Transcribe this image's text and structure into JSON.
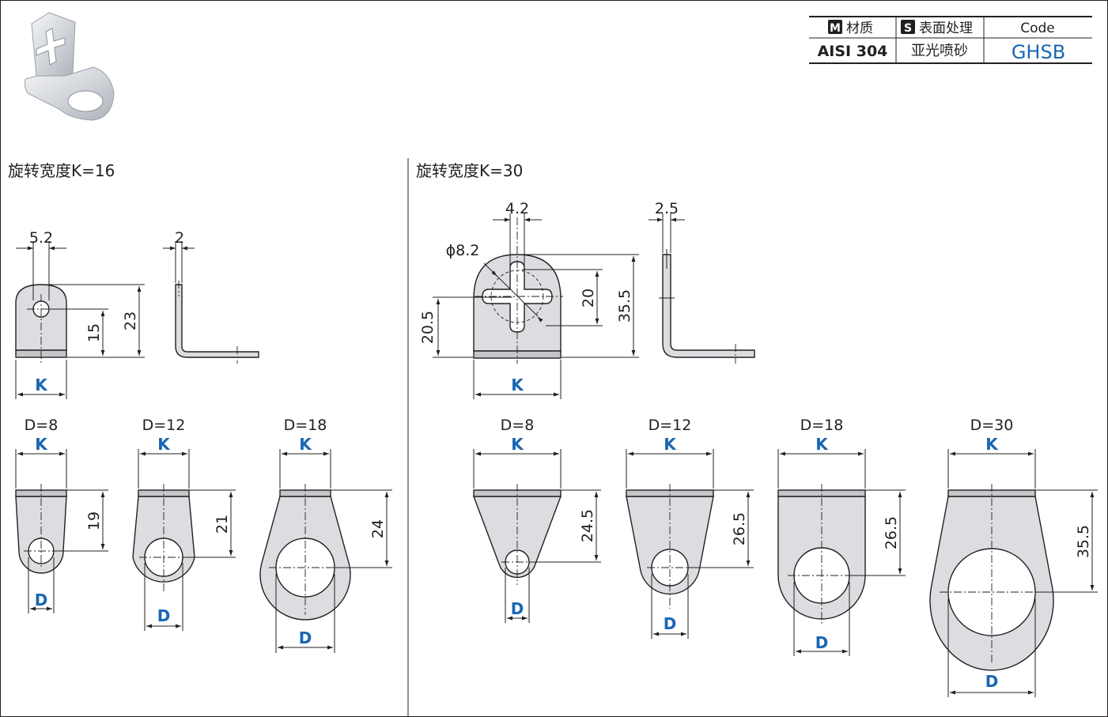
{
  "spec_table": {
    "header_material_badge": "M",
    "header_material": "材质",
    "header_surface_badge": "S",
    "header_surface": "表面处理",
    "header_code": "Code",
    "material": "AISI 304",
    "surface": "亚光喷砂",
    "code": "GHSB"
  },
  "sections": {
    "left_title": "旋转宽度K=16",
    "right_title": "旋转宽度K=30"
  },
  "left_views": {
    "hole_dim": "5.2",
    "thickness": "2",
    "height_15": "15",
    "height_23": "23",
    "k_label": "K"
  },
  "right_views": {
    "slot_width": "4.2",
    "circle_dia": "ϕ8.2",
    "thickness": "2.5",
    "height_20_5": "20.5",
    "height_20": "20",
    "height_35_5": "35.5",
    "k_label": "K"
  },
  "variants_k16": [
    {
      "title": "D=8",
      "k": "K",
      "height": "19",
      "d": "D"
    },
    {
      "title": "D=12",
      "k": "K",
      "height": "21",
      "d": "D"
    },
    {
      "title": "D=18",
      "k": "K",
      "height": "24",
      "d": "D"
    }
  ],
  "variants_k30": [
    {
      "title": "D=8",
      "k": "K",
      "height": "24.5",
      "d": "D"
    },
    {
      "title": "D=12",
      "k": "K",
      "height": "26.5",
      "d": "D"
    },
    {
      "title": "D=18",
      "k": "K",
      "height": "26.5",
      "d": "D"
    },
    {
      "title": "D=30",
      "k": "K",
      "height": "35.5",
      "d": "D"
    }
  ],
  "colors": {
    "accent_blue": "#1a66b3",
    "part_fill": "#dcdde0",
    "line": "#231f20"
  },
  "icons": {
    "product_photo": "l-bracket-product-icon"
  }
}
